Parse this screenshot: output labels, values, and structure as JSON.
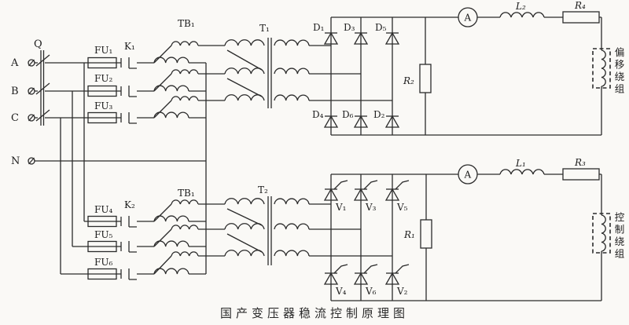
{
  "caption": "国产变压器稳流控制原理图",
  "input": {
    "phase_a": "A",
    "phase_b": "B",
    "phase_c": "C",
    "neutral": "N",
    "switch": "Q"
  },
  "fuses": {
    "fu1": "FU₁",
    "fu2": "FU₂",
    "fu3": "FU₃",
    "fu4": "FU₄",
    "fu5": "FU₅",
    "fu6": "FU₆"
  },
  "contactors": {
    "k1": "K₁",
    "k2": "K₂"
  },
  "voltage_regulators": {
    "top": "TB₁",
    "bottom": "TB₁"
  },
  "transformers": {
    "top": "T₁",
    "bottom": "T₂"
  },
  "diode_bridge": {
    "d1": "D₁",
    "d3": "D₃",
    "d5": "D₅",
    "d4": "D₄",
    "d6": "D₆",
    "d2": "D₂",
    "load_resistor": "R₂"
  },
  "thyristor_bridge": {
    "v1": "V₁",
    "v3": "V₃",
    "v5": "V₅",
    "v4": "V₄",
    "v6": "V₆",
    "v2": "V₂",
    "load_resistor": "R₁"
  },
  "bias_circuit": {
    "ammeter": "A",
    "inductor": "L₂",
    "resistor": "R₄",
    "winding_label": "偏移绕组"
  },
  "control_circuit": {
    "ammeter": "A",
    "inductor": "L₁",
    "resistor": "R₃",
    "winding_label": "控制绕组"
  },
  "colors": {
    "line": "#2b2b2b",
    "background": "#faf9f6",
    "text": "#1d1d1d"
  }
}
